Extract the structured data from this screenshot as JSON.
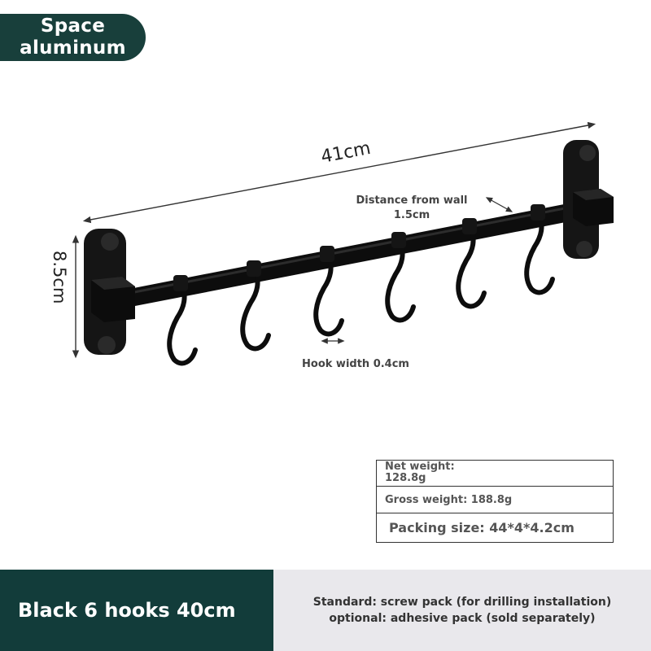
{
  "badge": {
    "line1": "Space",
    "line2": "aluminum"
  },
  "dimensions": {
    "length": "41cm",
    "height": "8.5cm",
    "wall_distance_line1": "Distance from wall",
    "wall_distance_line2": "1.5cm",
    "hook_width": "Hook width 0.4cm"
  },
  "specs": {
    "net_weight_label": "Net weight:",
    "net_weight_value": "128.8g",
    "gross_weight": "Gross weight: 188.8g",
    "packing_size": "Packing size: 44*4*4.2cm"
  },
  "footer": {
    "product_name": "Black 6 hooks 40cm",
    "standard": "Standard: screw pack (for drilling installation)",
    "optional": "optional: adhesive pack (sold separately)"
  },
  "colors": {
    "badge_bg": "#183f3b",
    "footer_dark": "#123c3a",
    "footer_light": "#e9e8ec",
    "product": "#111111"
  }
}
